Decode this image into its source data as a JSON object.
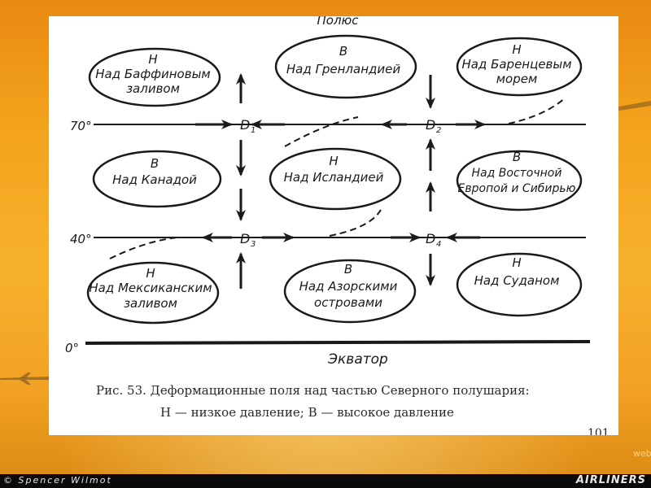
{
  "top_label": "Полюс",
  "equator_label": "Экватор",
  "latitudes": {
    "l70": "70°",
    "l40": "40°",
    "l0": "0°"
  },
  "points": {
    "d1": "D",
    "d2": "D",
    "d3": "D",
    "d4": "D",
    "s1": "1",
    "s2": "2",
    "s3": "3",
    "s4": "4"
  },
  "cells": {
    "baffin": {
      "symbol": "Н",
      "line1": "Над Баффиновым",
      "line2": "заливом"
    },
    "greenland": {
      "symbol": "В",
      "line1": "Над Гренландией",
      "line2": ""
    },
    "barents": {
      "symbol": "Н",
      "line1": "Над Баренцевым",
      "line2": "морем"
    },
    "canada": {
      "symbol": "В",
      "line1": "Над Канадой",
      "line2": ""
    },
    "iceland": {
      "symbol": "Н",
      "line1": "Над Исландией",
      "line2": ""
    },
    "europe": {
      "symbol": "В",
      "line1": "Над Восточной",
      "line2": "Европой и Сибирью"
    },
    "mexico": {
      "symbol": "Н",
      "line1": "Над Мексиканским",
      "line2": "заливом"
    },
    "azores": {
      "symbol": "В",
      "line1": "Над Азорскими",
      "line2": "островами"
    },
    "sudan": {
      "symbol": "Н",
      "line1": "Над Суданом",
      "line2": ""
    }
  },
  "caption": {
    "line1": "Рис. 53. Деформационные поля над частью Северного полушария:",
    "line2": "Н — низкое давление;  В — высокое давление"
  },
  "page_number": "101",
  "watermark": {
    "left": "© Spencer Wilmot",
    "right": "AIRLINERS",
    "corner": "web"
  },
  "colors": {
    "ink": "#1a1a1a",
    "page": "#ffffff",
    "sunset_top": "#e88a12",
    "sunset_mid": "#f7b12c"
  }
}
